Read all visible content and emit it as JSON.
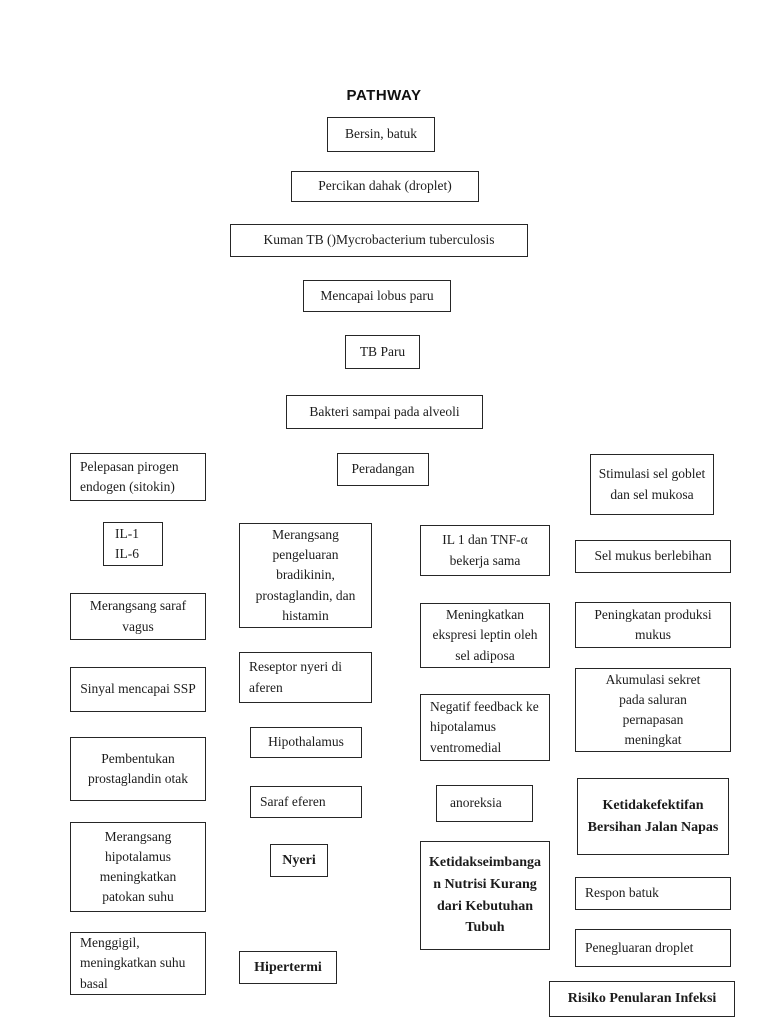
{
  "page": {
    "title": "PATHWAY"
  },
  "colors": {
    "text": "#1c1c1c",
    "border": "#262626",
    "background": "#ffffff"
  },
  "diagram": {
    "nodes": [
      {
        "id": "bersin-batuk",
        "text": "Bersin, batuk"
      },
      {
        "id": "percikan-dahak",
        "text": "Percikan dahak (droplet)"
      },
      {
        "id": "kuman-tb",
        "text": "Kuman TB ()Mycrobacterium tuberculosis"
      },
      {
        "id": "mencapai-lobus-paru",
        "text": "Mencapai lobus paru"
      },
      {
        "id": "tb-paru",
        "text": "TB Paru"
      },
      {
        "id": "bakteri-alveoli",
        "text": "Bakteri sampai pada alveoli"
      },
      {
        "id": "peradangan",
        "text": "Peradangan"
      },
      {
        "id": "pelepasan-pirogen",
        "text": "Pelepasan pirogen endogen (sitokin)"
      },
      {
        "id": "il-1-il-6",
        "text": "IL-1\nIL-6"
      },
      {
        "id": "merangsang-saraf-vagus",
        "text": "Merangsang saraf vagus"
      },
      {
        "id": "sinyal-mencapai-ssp",
        "text": "Sinyal mencapai SSP"
      },
      {
        "id": "pembentukan-prostaglandin-otak",
        "text": "Pembentukan prostaglandin otak"
      },
      {
        "id": "merangsang-hipotalamus",
        "text": "Merangsang hipotalamus meningkatkan patokan suhu"
      },
      {
        "id": "menggigil",
        "text": "Menggigil, meningkatkan suhu basal"
      },
      {
        "id": "merangsang-pengeluaran",
        "text": "Merangsang pengeluaran bradikinin, prostaglandin, dan histamin"
      },
      {
        "id": "reseptor-nyeri-aferen",
        "text": "Reseptor nyeri di aferen"
      },
      {
        "id": "hipothalamus",
        "text": "Hipothalamus"
      },
      {
        "id": "saraf-eferen",
        "text": "Saraf eferen"
      },
      {
        "id": "nyeri",
        "text": "Nyeri"
      },
      {
        "id": "hipertermi",
        "text": "Hipertermi"
      },
      {
        "id": "il1-tnf-alpha",
        "text": "IL 1 dan TNF-α bekerja sama"
      },
      {
        "id": "ekspresi-leptin",
        "text": "Meningkatkan ekspresi leptin oleh sel adiposa"
      },
      {
        "id": "negatif-feedback",
        "text": "Negatif feedback ke hipotalamus ventromedial"
      },
      {
        "id": "anoreksia",
        "text": "anoreksia"
      },
      {
        "id": "ketidakseimbangan-nutrisi",
        "text": "Ketidakseimbangan Nutrisi Kurang dari Kebutuhan Tubuh"
      },
      {
        "id": "stimulasi-sel-goblet",
        "text": "Stimulasi sel goblet dan sel mukosa"
      },
      {
        "id": "sel-mukus-berlebihan",
        "text": "Sel mukus berlebihan"
      },
      {
        "id": "peningkatan-produksi-mukus",
        "text": "Peningkatan produksi mukus"
      },
      {
        "id": "akumulasi-sekret",
        "text": "Akumulasi sekret pada saluran pernapasan meningkat"
      },
      {
        "id": "ketidakefektifan-bersihan-jalan-napas",
        "text": "Ketidakefektifan Bersihan Jalan Napas"
      },
      {
        "id": "respon-batuk",
        "text": "Respon batuk"
      },
      {
        "id": "penegluaran-droplet",
        "text": "Penegluaran droplet"
      },
      {
        "id": "risiko-penularan-infeksi",
        "text": "Risiko Penularan Infeksi"
      }
    ]
  }
}
